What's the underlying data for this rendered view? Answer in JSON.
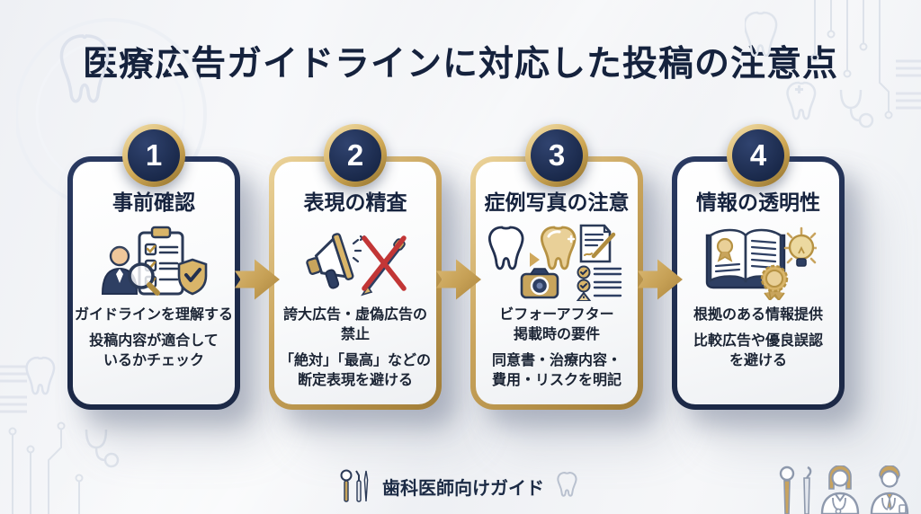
{
  "title": "医療広告ガイドラインに対応した投稿の注意点",
  "steps": [
    {
      "number": "1",
      "title": "事前確認",
      "accent": "navy",
      "icon": "person-checklist-shield-icon",
      "text1": "ガイドラインを理解する",
      "text2": "投稿内容が適合して\nいるかチェック"
    },
    {
      "number": "2",
      "title": "表現の精査",
      "accent": "gold",
      "icon": "megaphone-pen-crossed-icon",
      "text1": "誇大広告・虚偽広告の\n禁止",
      "text2": "「絶対」「最高」などの\n断定表現を避ける"
    },
    {
      "number": "3",
      "title": "症例写真の注意",
      "accent": "gold",
      "icon": "before-after-teeth-camera-consent-icon",
      "text1": "ビフォーアフター\n掲載時の要件",
      "text2": "同意書・治療内容・\n費用・リスクを明記"
    },
    {
      "number": "4",
      "title": "情報の透明性",
      "accent": "navy",
      "icon": "book-medal-lightbulb-icon",
      "text1": "根拠のある情報提供",
      "text2": "比較広告や優良誤認\nを避ける"
    }
  ],
  "footer": {
    "label": "歯科医師向けガイド",
    "icon": "dental-tools-icon"
  },
  "decorations": [
    "tooth-outline-icon",
    "tooth-cross-icon",
    "stethoscope-icon",
    "circuit-lines-icon",
    "ruled-bars-icon",
    "dental-mirror-icon",
    "dental-scaler-icon",
    "female-doctor-icon",
    "male-doctor-icon"
  ],
  "colors": {
    "navy": "#1e2c4d",
    "gold": "#c2a057",
    "gold_light": "#e9d098",
    "red_cross": "#c23636",
    "background": "#eef0f4",
    "card_background": "#fbfcfd",
    "text": "#1b2434"
  }
}
